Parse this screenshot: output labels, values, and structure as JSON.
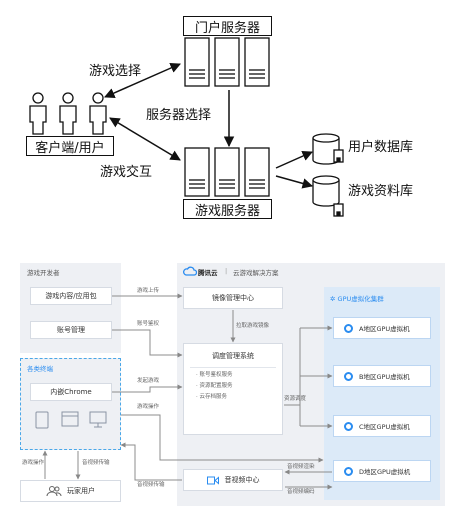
{
  "top_diagram": {
    "portal_server": "门户服务器",
    "game_server": "游戏服务器",
    "client": "客户端/用户",
    "user_db": "用户数据库",
    "game_db": "游戏资料库",
    "edge_game_select": "游戏选择",
    "edge_server_select": "服务器选择",
    "edge_game_interact": "游戏交互"
  },
  "bottom_diagram": {
    "developer": {
      "title": "游戏开发者",
      "content_package": "游戏内容/应用包",
      "account_mgmt": "账号管理"
    },
    "terminals": {
      "title": "各类终端",
      "chrome": "内嵌Chrome"
    },
    "player": "玩家用户",
    "cloud": {
      "brand": "腾讯云",
      "separator": "|",
      "solution": "云游戏解决方案"
    },
    "image_center": "镜像管理中心",
    "scheduler": {
      "title": "调度管理系统",
      "items": [
        "· 账号鉴权服务",
        "· 资源配置服务",
        "· 云存档服务"
      ]
    },
    "av_center": "音视频中心",
    "gpu_cluster": {
      "title": "GPU虚拟化集群",
      "vms": [
        "A地区GPU虚拟机",
        "B地区GPU虚拟机",
        "C地区GPU虚拟机",
        "D地区GPU虚拟机"
      ]
    },
    "edges": {
      "game_upload": "游戏上传",
      "account_auth": "账号鉴权",
      "pull_image": "拉取游戏镜像",
      "start_game": "发起游戏",
      "game_operation": "游戏操作",
      "resource_schedule": "资源调度",
      "av_transfer": "音视频传输",
      "player_op": "游戏操作",
      "player_av": "音视频传输",
      "av_render": "音视频渲染",
      "av_encode": "音视频编码"
    }
  }
}
